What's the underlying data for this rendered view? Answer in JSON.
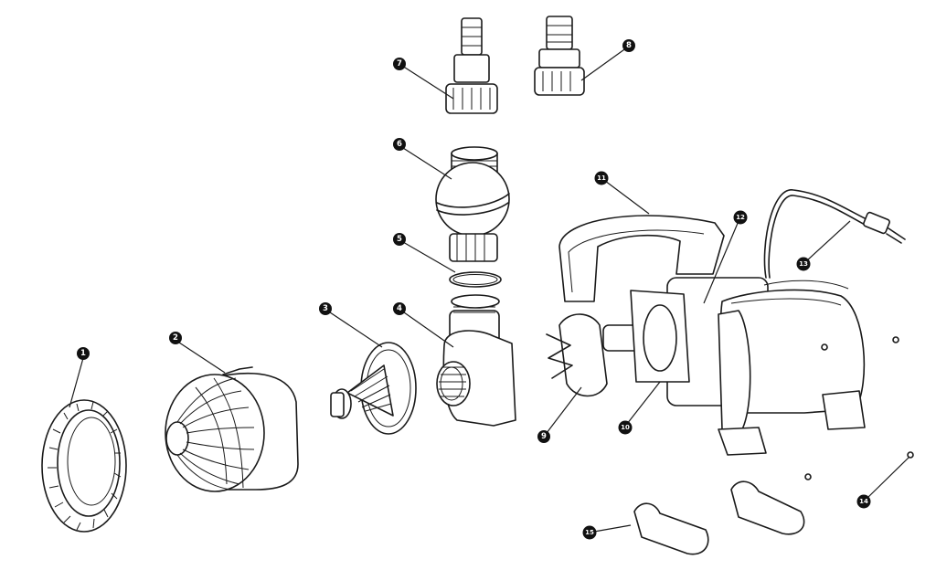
{
  "callouts": [
    {
      "num": "1"
    },
    {
      "num": "2"
    },
    {
      "num": "3"
    },
    {
      "num": "4"
    },
    {
      "num": "5"
    },
    {
      "num": "6"
    },
    {
      "num": "7"
    },
    {
      "num": "8"
    },
    {
      "num": "9"
    },
    {
      "num": "10"
    },
    {
      "num": "11"
    },
    {
      "num": "12"
    },
    {
      "num": "13"
    },
    {
      "num": "14"
    },
    {
      "num": "15"
    }
  ],
  "colors": {
    "line": "#1a1a1a",
    "badge": "#111111",
    "background": "#ffffff"
  }
}
